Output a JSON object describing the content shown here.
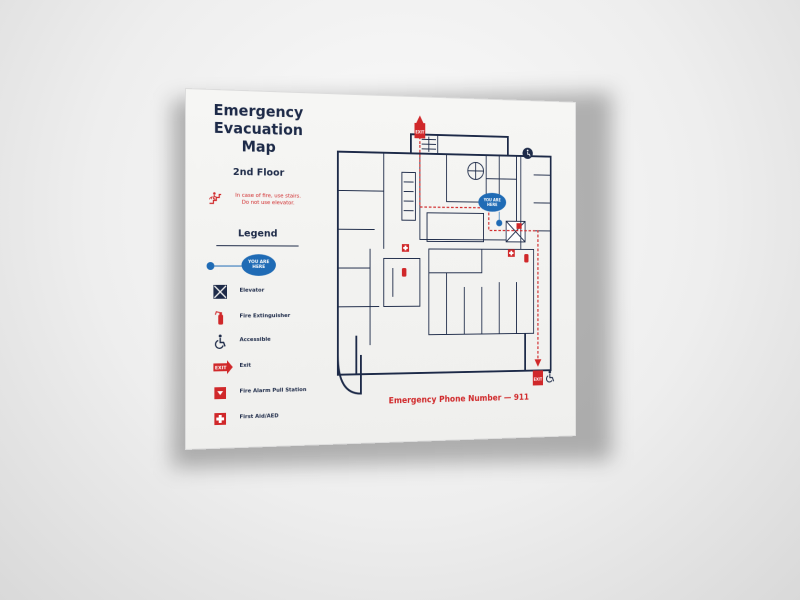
{
  "sign": {
    "title_lines": [
      "Emergency",
      "Evacuation",
      "Map"
    ],
    "floor": "2nd Floor",
    "fire_note_lines": [
      "In case of fire, use stairs.",
      "Do not use elevator."
    ],
    "phone": "Emergency Phone Number — 911"
  },
  "legend": {
    "title": "Legend",
    "you_are_here_lines": [
      "YOU ARE",
      "HERE"
    ],
    "items": [
      {
        "label": "Elevator",
        "icon": "elevator-icon"
      },
      {
        "label": "Fire Extinguisher",
        "icon": "fire-extinguisher-icon"
      },
      {
        "label": "Accessible",
        "icon": "wheelchair-icon"
      },
      {
        "label": "Exit",
        "icon": "exit-icon"
      },
      {
        "label": "Fire Alarm Pull Station",
        "icon": "fire-alarm-icon"
      },
      {
        "label": "First Aid/AED",
        "icon": "first-aid-icon"
      }
    ]
  },
  "map": {
    "you_are_here_lines": [
      "YOU ARE",
      "HERE"
    ],
    "exit_label": "EXIT"
  },
  "colors": {
    "navy": "#1d2a48",
    "red": "#d0282a",
    "blue": "#1f6bb5",
    "sign_bg": "#f3f3f1"
  }
}
